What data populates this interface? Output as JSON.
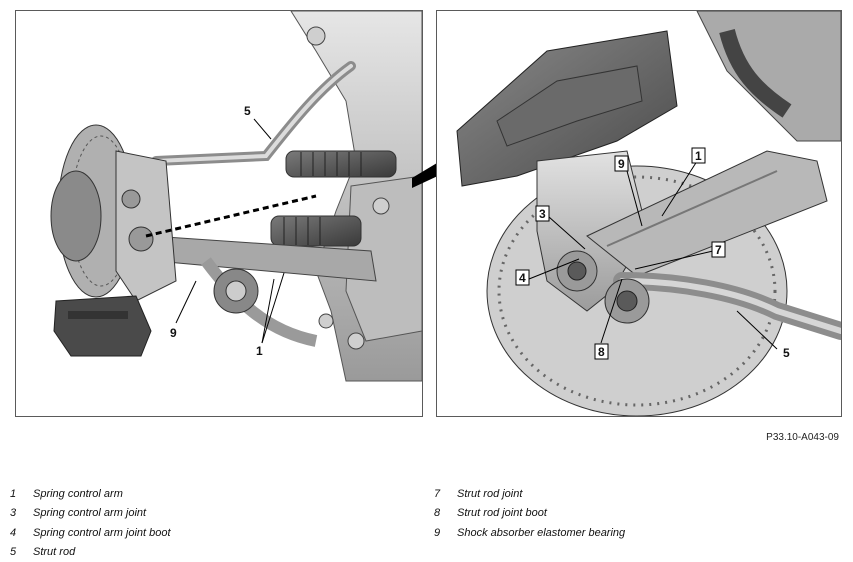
{
  "callouts": {
    "left": [
      "5",
      "9",
      "1"
    ],
    "right": [
      "1",
      "9",
      "3",
      "4",
      "7",
      "8",
      "5"
    ]
  },
  "reference_code": "P33.10-A043-09",
  "legend": {
    "left": [
      {
        "number": "1",
        "label": "Spring control arm"
      },
      {
        "number": "3",
        "label": "Spring control arm joint"
      },
      {
        "number": "4",
        "label": "Spring control arm joint boot"
      },
      {
        "number": "5",
        "label": "Strut rod"
      }
    ],
    "right": [
      {
        "number": "7",
        "label": "Strut rod joint"
      },
      {
        "number": "8",
        "label": "Strut rod joint boot"
      },
      {
        "number": "9",
        "label": "Shock absorber elastomer bearing"
      }
    ]
  }
}
